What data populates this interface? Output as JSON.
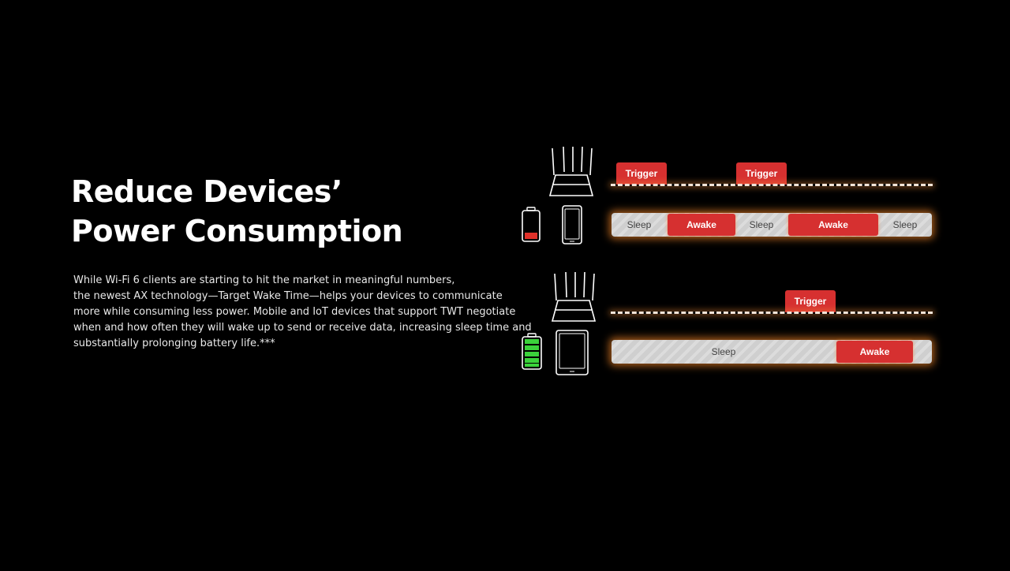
{
  "headline": {
    "line1": "Reduce Devices’",
    "line2": "Power Consumption"
  },
  "body": {
    "line1": "While Wi-Fi 6 clients are starting to hit the market in meaningful numbers,",
    "line2": "the newest AX technology—Target Wake Time—helps your devices to communicate",
    "line3": "more while consuming less power. Mobile and IoT devices that support TWT negotiate",
    "line4": "when and how often they will wake up to send or receive data, increasing sleep time and",
    "line5": "substantially prolonging battery life.***"
  },
  "diagram_top": {
    "battery_level": 0.25,
    "battery_color": "#e0312a",
    "device_icon": "smartphone-icon",
    "router_icon": "router-icon",
    "triggers": [
      "Trigger",
      "Trigger"
    ],
    "segments": [
      "Sleep",
      "Awake",
      "Sleep",
      "Awake",
      "Sleep"
    ]
  },
  "diagram_bottom": {
    "battery_level": 1.0,
    "battery_color": "#3bd33b",
    "device_icon": "tablet-icon",
    "router_icon": "router-icon",
    "triggers": [
      "Trigger"
    ],
    "segments": [
      "Sleep",
      "Awake"
    ]
  },
  "colors": {
    "accent": "#d63030",
    "background": "#000000",
    "glow": "#ff8c28"
  }
}
